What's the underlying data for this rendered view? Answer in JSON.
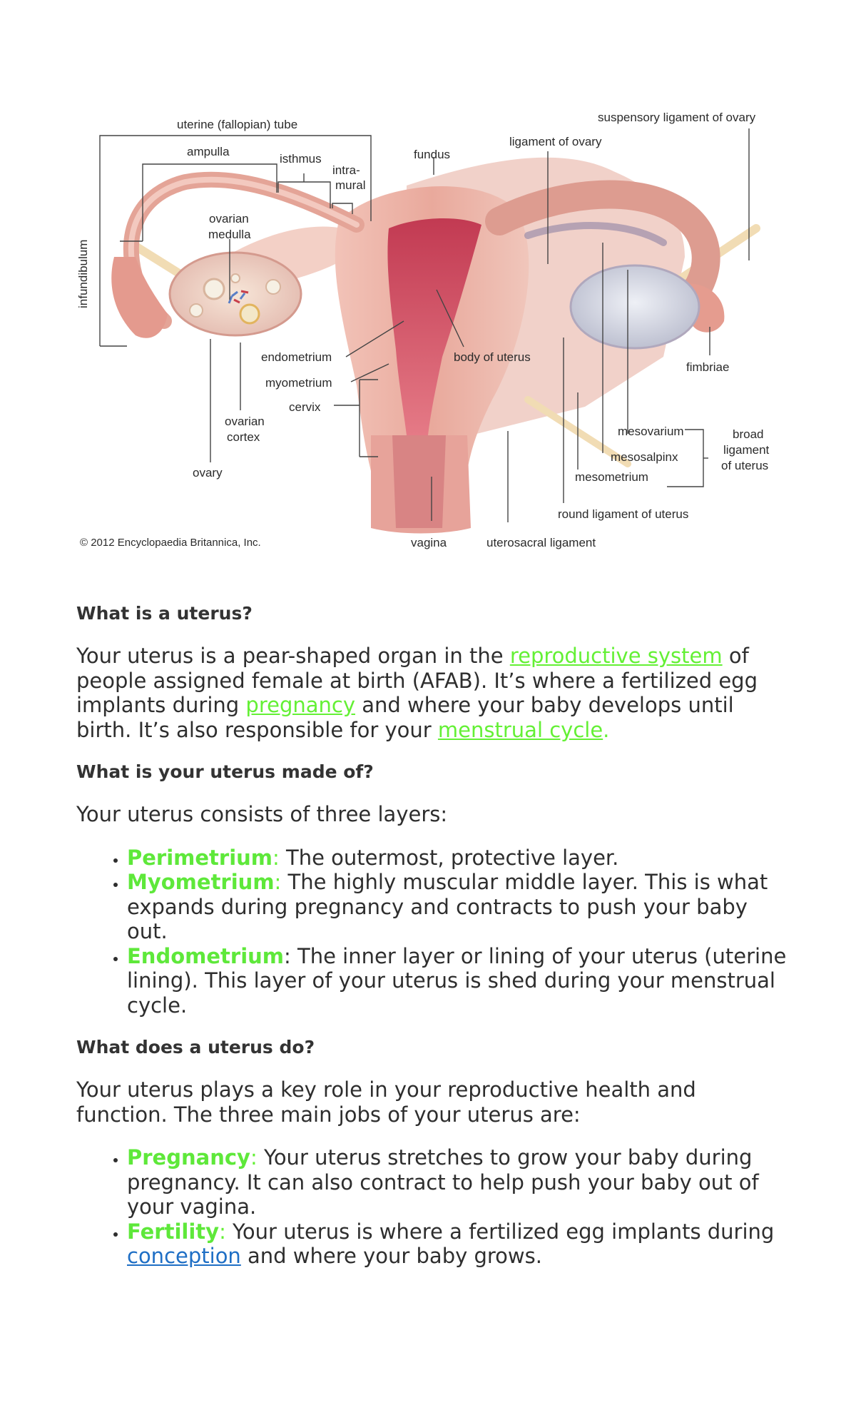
{
  "figure": {
    "labels": {
      "uterine_tube": "uterine (fallopian) tube",
      "ampulla": "ampulla",
      "isthmus": "isthmus",
      "intramural_1": "intra-",
      "intramural_2": "mural",
      "fundus": "fundus",
      "ligament_of_ovary": "ligament of ovary",
      "suspensory_ligament": "suspensory ligament of ovary",
      "infundibulum": "infundibulum",
      "ovarian_medulla_1": "ovarian",
      "ovarian_medulla_2": "medulla",
      "endometrium": "endometrium",
      "myometrium": "myometrium",
      "cervix": "cervix",
      "body_of_uterus": "body of uterus",
      "fimbriae": "fimbriae",
      "ovarian_cortex_1": "ovarian",
      "ovarian_cortex_2": "cortex",
      "ovary": "ovary",
      "mesovarium": "mesovarium",
      "mesosalpinx": "mesosalpinx",
      "mesometrium": "mesometrium",
      "broad_ligament_1": "broad",
      "broad_ligament_2": "ligament",
      "broad_ligament_3": "of uterus",
      "round_ligament": "round ligament of uterus",
      "vagina": "vagina",
      "uterosacral_ligament": "uterosacral ligament"
    },
    "copyright": "© 2012 Encyclopaedia Britannica, Inc."
  },
  "article": {
    "s1": {
      "heading": "What is a uterus?",
      "p_a": "Your uterus is a pear-shaped organ in the ",
      "link_repro": "reproductive system",
      "p_b": " of people assigned female at birth (AFAB). It’s where a fertilized egg implants during ",
      "link_preg": "pregnancy",
      "p_c": " and where your baby develops until birth. It’s also responsible for your ",
      "link_menstrual": "menstrual cycle",
      "p_d": "."
    },
    "s2": {
      "heading": "What is your uterus made of?",
      "intro": "Your uterus consists of three layers:",
      "items": [
        {
          "term": "Perimetrium",
          "sep": ":",
          "text": " The outermost, protective layer."
        },
        {
          "term": "Myometrium",
          "sep": ":",
          "text": " The highly muscular middle layer. This is what expands during pregnancy and contracts to push your baby out."
        },
        {
          "term": "Endometrium",
          "sep": ":",
          "text": " The inner layer or lining of your uterus (uterine lining). This layer of your uterus is shed during your menstrual cycle."
        }
      ]
    },
    "s3": {
      "heading": "What does a uterus do?",
      "intro": "Your uterus plays a key role in your reproductive health and function. The three main jobs of your uterus are:",
      "items": [
        {
          "term": "Pregnancy",
          "sep": ":",
          "text": " Your uterus stretches to grow your baby during pregnancy. It can also contract to help push your baby out of your vagina."
        },
        {
          "term": "Fertility",
          "sep": ":",
          "text_a": " Your uterus is where a fertilized egg implants during ",
          "link": "conception",
          "text_b": " and where your baby grows."
        }
      ]
    }
  },
  "colors": {
    "link_green": "#64f035",
    "term_green": "#5ee83a",
    "link_blue": "#1f6fc5",
    "text": "#2e2e2e"
  }
}
